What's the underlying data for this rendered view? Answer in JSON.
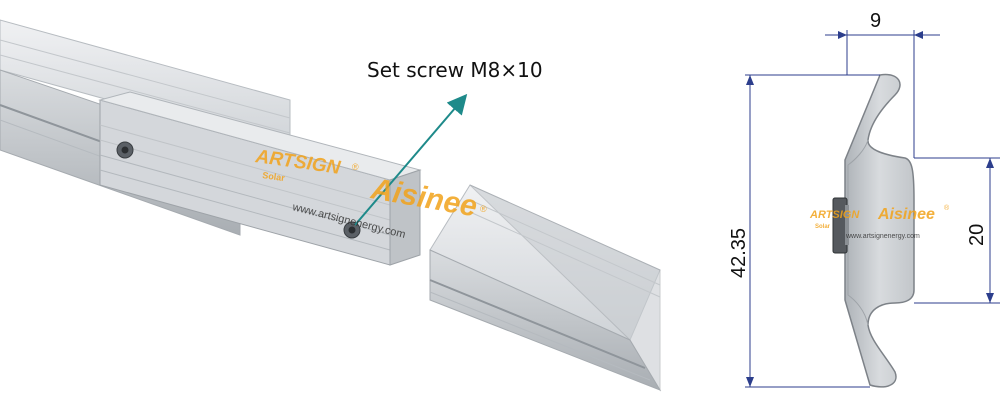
{
  "callout": {
    "text": "Set screw M8×10"
  },
  "dimensions": {
    "top_width": "9",
    "right_height": "20",
    "left_height": "42.35"
  },
  "watermark": {
    "brand_a": "ARTSIGN",
    "brand_a_sub": "Solar",
    "brand_b": "Aisinee",
    "registered": "®",
    "website": "www.artsignenergy.com"
  },
  "colors": {
    "aluminum_light": "#e6e8ea",
    "aluminum_mid": "#c8ccd0",
    "aluminum_dark": "#9aa0a6",
    "arrow": "#1e8a8a",
    "dimension": "#2c3e8c",
    "watermark_orange": "#f2a31b"
  }
}
